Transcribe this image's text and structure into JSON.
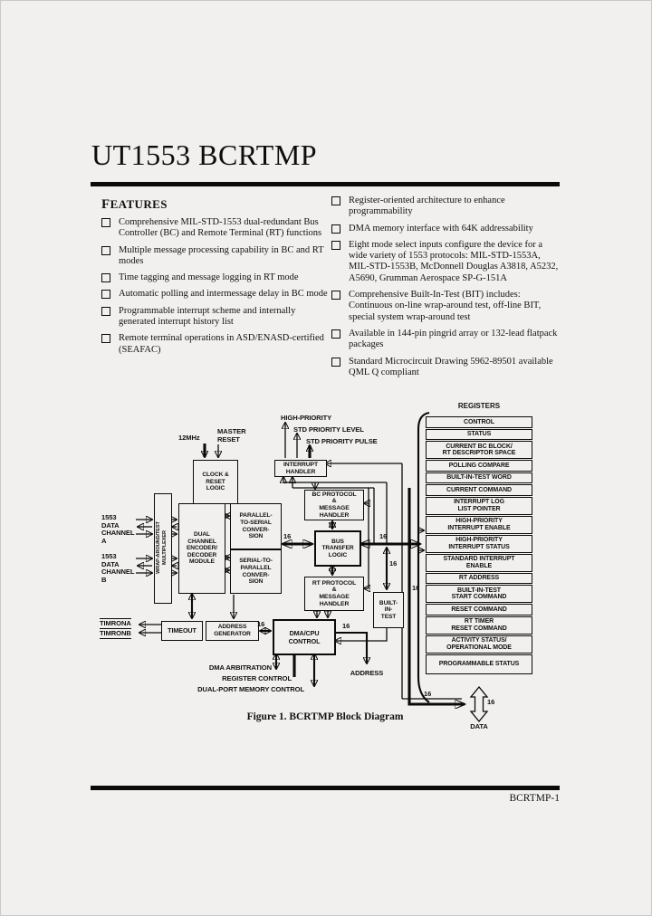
{
  "page": {
    "title": "UT1553 BCRTMP",
    "features_heading": "FEATURES",
    "footer": "BCRTMP-1"
  },
  "features": {
    "left": [
      "Comprehensive MIL-STD-1553 dual-redundant Bus Controller (BC) and Remote Terminal (RT) functions",
      "Multiple message processing capability in BC and RT modes",
      "Time tagging and message logging in RT mode",
      "Automatic polling and intermessage delay in BC mode",
      "Programmable interrupt scheme and internally generated interrupt history list",
      "Remote terminal operations in ASD/ENASD-certified (SEAFAC)"
    ],
    "right": [
      "Register-oriented architecture to enhance programmability",
      "DMA memory interface with 64K addressability",
      "Eight mode select inputs configure the device for a wide variety of 1553 protocols: MIL-STD-1553A, MIL-STD-1553B, McDonnell Douglas A3818, A5232, A5690, Grumman Aerospace SP-G-151A",
      "Comprehensive Built-In-Test (BIT) includes: Continuous on-line wrap-around test, off-line BIT, special system wrap-around test",
      "Available in 144-pin pingrid array or 132-lead flatpack packages",
      "Standard Microcircuit Drawing 5962-89501 available QML Q compliant"
    ]
  },
  "diagram": {
    "caption": "Figure 1. BCRTMP Block Diagram",
    "blocks": {
      "clock_reset": "CLOCK &\nRESET\nLOGIC",
      "interrupt_handler": "INTERRUPT\nHANDLER",
      "bc_protocol": "BC PROTOCOL\n&\nMESSAGE\nHANDLER",
      "bus_transfer": "BUS\nTRANSFER\nLOGIC",
      "rt_protocol": "RT PROTOCOL\n&\nMESSAGE\nHANDLER",
      "built_in_test": "BUILT-\nIN-\nTEST",
      "wrap_mux": "WRAP-AROUND/TEST\nMULTIPLEXER",
      "encoder": "DUAL\nCHANNEL\nENCODER/\nDECODER\nMODULE",
      "p2s": "PARALLEL-\nTO-SERIAL\nCONVER-\nSION",
      "s2p": "SERIAL-TO-\nPARALLEL\nCONVER-\nSION",
      "timeout": "TIMEOUT",
      "addr_gen": "ADDRESS\nGENERATOR",
      "dma_cpu": "DMA/CPU\nCONTROL"
    },
    "signals": {
      "clock_in": "12MHz",
      "master_reset": "MASTER\nRESET",
      "high_priority": "HIGH-PRIORITY",
      "std_priority_level": "STD PRIORITY LEVEL",
      "std_priority_pulse": "STD PRIORITY PULSE",
      "channel_a": "1553\nDATA\nCHANNEL\nA",
      "channel_b": "1553\nDATA\nCHANNEL\nB",
      "timrona": "TIMRONA",
      "timronb": "TIMRONB",
      "dma_arbitration": "DMA ARBITRATION",
      "register_control": "REGISTER CONTROL",
      "dual_port": "DUAL-PORT MEMORY CONTROL",
      "address": "ADDRESS",
      "data": "DATA",
      "bus_width": "16"
    },
    "registers": {
      "heading": "REGISTERS",
      "rows": [
        "CONTROL",
        "STATUS",
        "CURRENT BC BLOCK/\nRT DESCRIPTOR SPACE",
        "POLLING COMPARE",
        "BUILT-IN-TEST WORD",
        "CURRENT COMMAND",
        "INTERRUPT LOG\nLIST POINTER",
        "HIGH-PRIORITY\nINTERRUPT ENABLE",
        "HIGH-PRIORITY\nINTERRUPT STATUS",
        "STANDARD INTERRUPT\nENABLE",
        "RT ADDRESS",
        "BUILT-IN-TEST\nSTART COMMAND",
        "RESET COMMAND",
        "RT TIMER\nRESET COMMAND",
        "ACTIVITY STATUS/\nOPERATIONAL MODE",
        "PROGRAMMABLE STATUS"
      ]
    }
  }
}
